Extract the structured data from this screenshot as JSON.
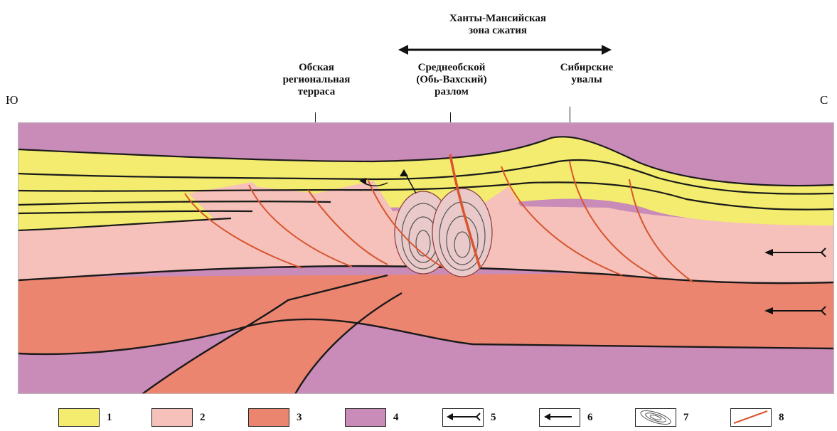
{
  "directions": {
    "left": "Ю",
    "right": "С"
  },
  "zone": {
    "label": "Ханты-Мансийская\nзона сжатия"
  },
  "labels": {
    "ob_terrace": "Обская\nрегиональная\nтерраса",
    "sredneobskoy_fault": "Среднеобской\n(Обь-Вахский)\nразлом",
    "siberian_uvaly": "Сибирские\nувалы"
  },
  "legend": [
    {
      "num": "1",
      "color": "#f4ec6e",
      "icon": "yellow-layer-swatch"
    },
    {
      "num": "2",
      "color": "#f5c1ba",
      "icon": "light-pink-layer-swatch"
    },
    {
      "num": "3",
      "color": "#ec8570",
      "icon": "red-layer-swatch"
    },
    {
      "num": "4",
      "color": "#c98bb8",
      "icon": "purple-layer-swatch"
    },
    {
      "num": "5",
      "icon": "tailed-arrow-left-icon"
    },
    {
      "num": "6",
      "icon": "arrow-left-icon"
    },
    {
      "num": "7",
      "icon": "fold-icon"
    },
    {
      "num": "8",
      "icon": "fault-line-icon"
    }
  ],
  "colors": {
    "layer1": "#f4ec6e",
    "layer2": "#f5c1ba",
    "layer3": "#ec8570",
    "layer4": "#c98bb8",
    "fault": "#d8552e",
    "boundary": "#1a1a1a"
  }
}
